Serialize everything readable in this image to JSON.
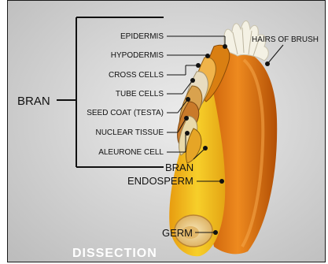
{
  "diagram": {
    "group_label": "BRAN",
    "parts": [
      "EPIDERMIS",
      "HYPODERMIS",
      "CROSS CELLS",
      "TUBE CELLS",
      "SEED COAT (TESTA)",
      "NUCLEAR TISSUE",
      "ALEURONE CELL"
    ],
    "bran_label": "BRAN",
    "endosperm_label": "ENDOSPERM",
    "germ_label": "GERM",
    "brush_label": "HAIRS OF BRUSH",
    "caption": "DISSECTION"
  },
  "colors": {
    "background": "#cfcfcf",
    "kernel_orange": "#e07a18",
    "endosperm_yellow": "#f3c21c",
    "germ_cream": "#f1dba0",
    "text_dark": "#111111",
    "caption_white": "#ffffff"
  }
}
